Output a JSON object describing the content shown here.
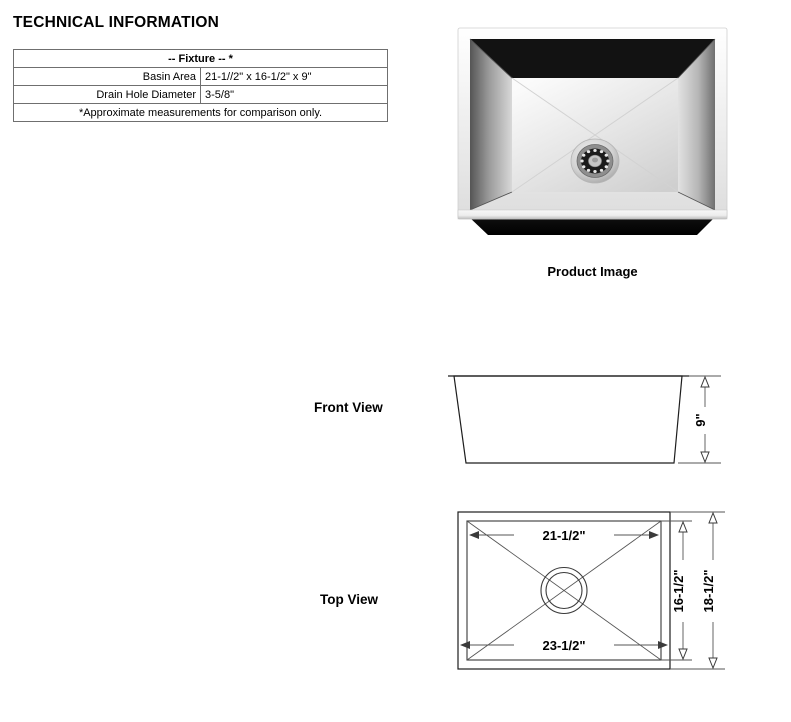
{
  "page": {
    "heading": "TECHNICAL INFORMATION"
  },
  "spec_table": {
    "title_row": "-- Fixture -- *",
    "rows": [
      {
        "label": "Basin Area",
        "value": "21-1//2\" x 16-1/2\" x 9\""
      },
      {
        "label": "Drain Hole Diameter",
        "value": "3-5/8\""
      }
    ],
    "footnote": "*Approximate measurements for comparison only."
  },
  "product_image": {
    "caption": "Product Image",
    "alt": "stainless-steel-undermount-sink"
  },
  "front_view": {
    "caption": "Front View",
    "height_label": "9\""
  },
  "top_view": {
    "caption": "Top View",
    "inner_width_label": "21-1/2\"",
    "outer_width_label": "23-1/2\"",
    "inner_depth_label": "16-1/2\"",
    "outer_depth_label": "18-1/2\""
  },
  "colors": {
    "text": "#000000",
    "table_border": "#6f6f6f",
    "drawing_line": "#3a3a3a",
    "sink_steel_light": "#f2f2f2",
    "sink_steel_mid": "#c9c9c9",
    "sink_interior_dark": "#101010"
  }
}
